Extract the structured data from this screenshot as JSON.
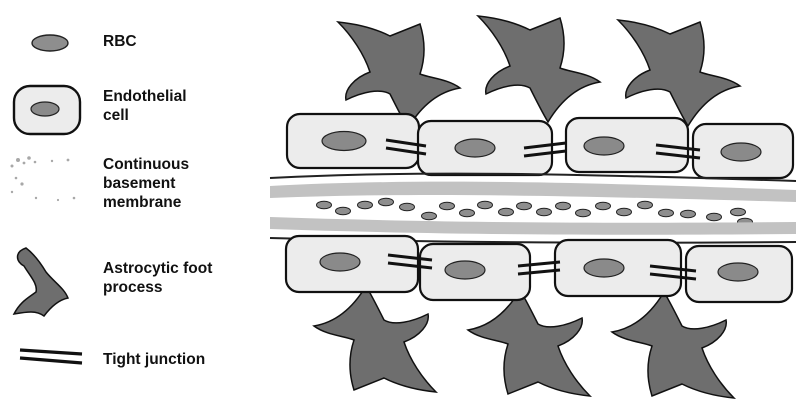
{
  "legend": {
    "rbc": "RBC",
    "endothelial": "Endothelial\ncell",
    "basement": "Continuous\nbasement\nmembrane",
    "astrocyte": "Astrocytic foot\nprocess",
    "tight": "Tight junction"
  },
  "colors": {
    "cell_fill": "#ececec",
    "outline": "#111111",
    "nucleus": "#8a8a8a",
    "astrocyte": "#6e6e6e",
    "basement_band": "#c2c2c2",
    "rbc": "#8e8e8e"
  }
}
